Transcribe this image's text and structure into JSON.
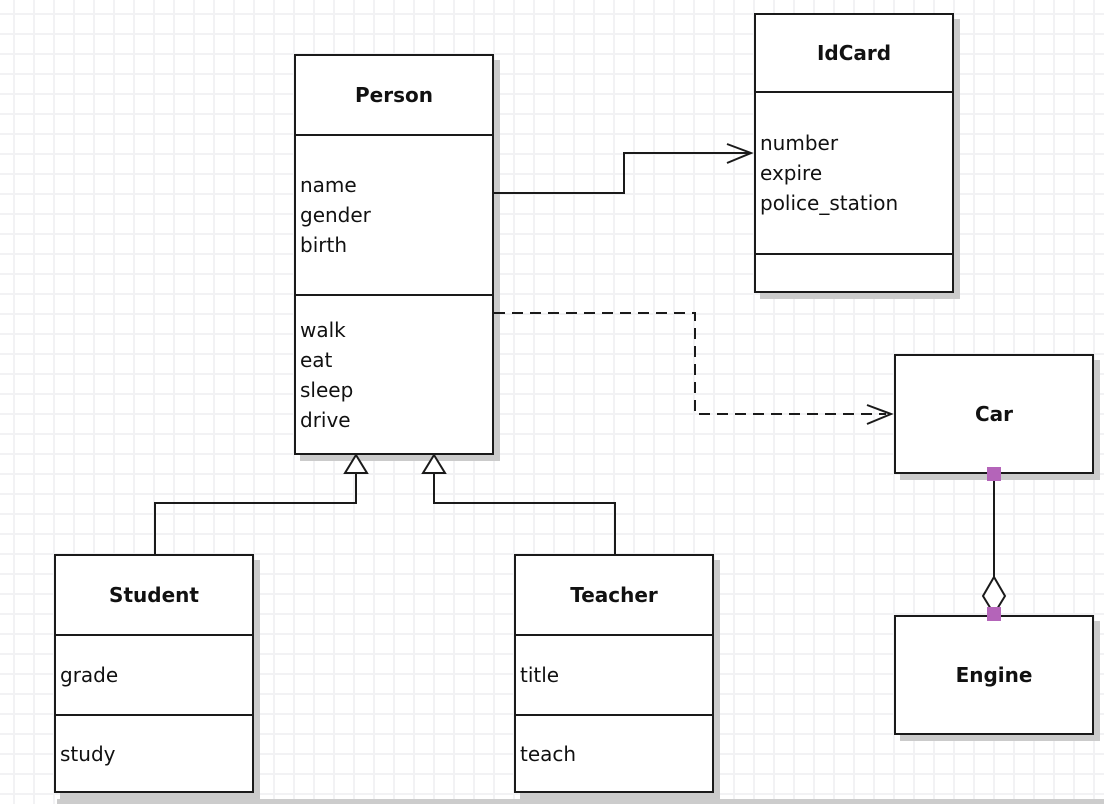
{
  "diagram": {
    "kind": "uml-class-diagram",
    "colors": {
      "background": "#ffffff",
      "grid_line": "#f2f2f4",
      "box_fill": "#ffffff",
      "box_border": "#1a1a1a",
      "box_shadow": "#cbcbcb",
      "connector": "#1a1a1a",
      "endpoint_handle": "#b464b9"
    },
    "classes": {
      "person": {
        "name": "Person",
        "attributes": [
          "name",
          "gender",
          "birth"
        ],
        "methods": [
          "walk",
          "eat",
          "sleep",
          "drive"
        ]
      },
      "idcard": {
        "name": "IdCard",
        "attributes": [
          "number",
          "expire",
          "police_station"
        ],
        "methods": []
      },
      "car": {
        "name": "Car"
      },
      "engine": {
        "name": "Engine"
      },
      "student": {
        "name": "Student",
        "attributes": [
          "grade"
        ],
        "methods": [
          "study"
        ]
      },
      "teacher": {
        "name": "Teacher",
        "attributes": [
          "title"
        ],
        "methods": [
          "teach"
        ]
      }
    },
    "relationships": [
      {
        "type": "association",
        "from": "Person",
        "to": "IdCard",
        "line": "solid",
        "marker": "open-arrow"
      },
      {
        "type": "dependency",
        "from": "Person",
        "to": "Car",
        "line": "dashed",
        "marker": "open-arrow"
      },
      {
        "type": "generalization",
        "from": "Student",
        "to": "Person",
        "line": "solid",
        "marker": "hollow-triangle"
      },
      {
        "type": "generalization",
        "from": "Teacher",
        "to": "Person",
        "line": "solid",
        "marker": "hollow-triangle"
      },
      {
        "type": "aggregation",
        "from": "Car",
        "to": "Engine",
        "line": "solid",
        "marker": "hollow-diamond"
      }
    ]
  }
}
